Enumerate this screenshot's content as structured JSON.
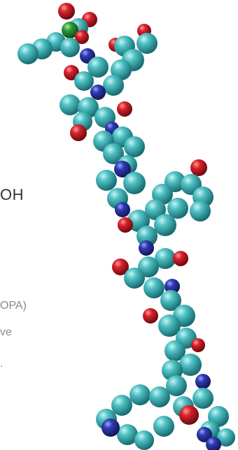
{
  "text_fragments": {
    "formula": "OH",
    "dopa": "OPA)",
    "ve": "ve",
    "dot": "."
  },
  "colors": {
    "background": "#ffffff",
    "carbon_atom": "#3fb2b5",
    "oxygen_atom": "#d8222b",
    "nitrogen_atom": "#2f3ab2",
    "green_atom": "#2f9a3b",
    "fragment_text": "#8a8a8a",
    "formula_text": "#333333"
  }
}
